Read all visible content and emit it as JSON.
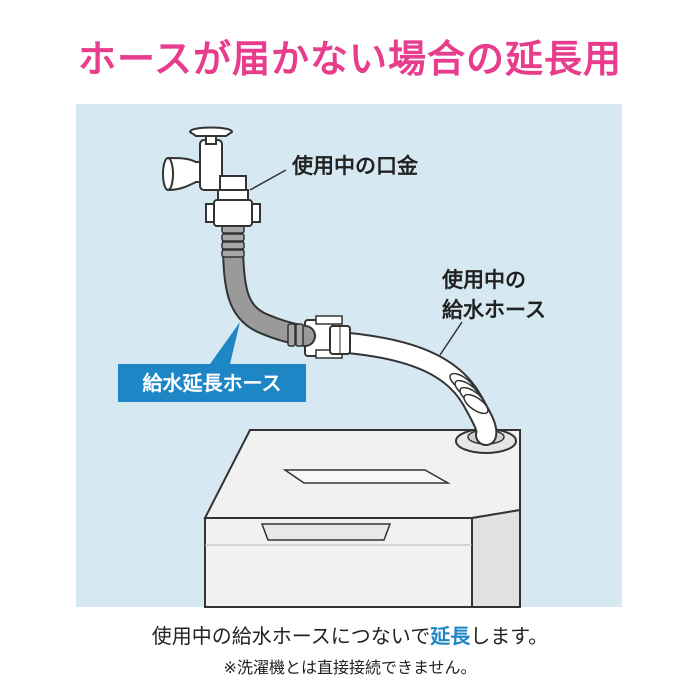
{
  "title": "ホースが届かない場合の延長用",
  "labels": {
    "faucet_fitting": "使用中の口金",
    "current_hose_line1": "使用中の",
    "current_hose_line2": "給水ホース",
    "extension_hose": "給水延長ホース"
  },
  "caption": {
    "before": "使用中の給水ホースにつないで",
    "emphasis": "延長",
    "after": "します。"
  },
  "note": "※洗濯機とは直接接続できません。",
  "colors": {
    "title": "#e83c8c",
    "accent": "#1f86c6",
    "panel_background": "#d6e9f3",
    "extension_hose": "#9a9a9a",
    "current_hose": "#ffffff"
  }
}
